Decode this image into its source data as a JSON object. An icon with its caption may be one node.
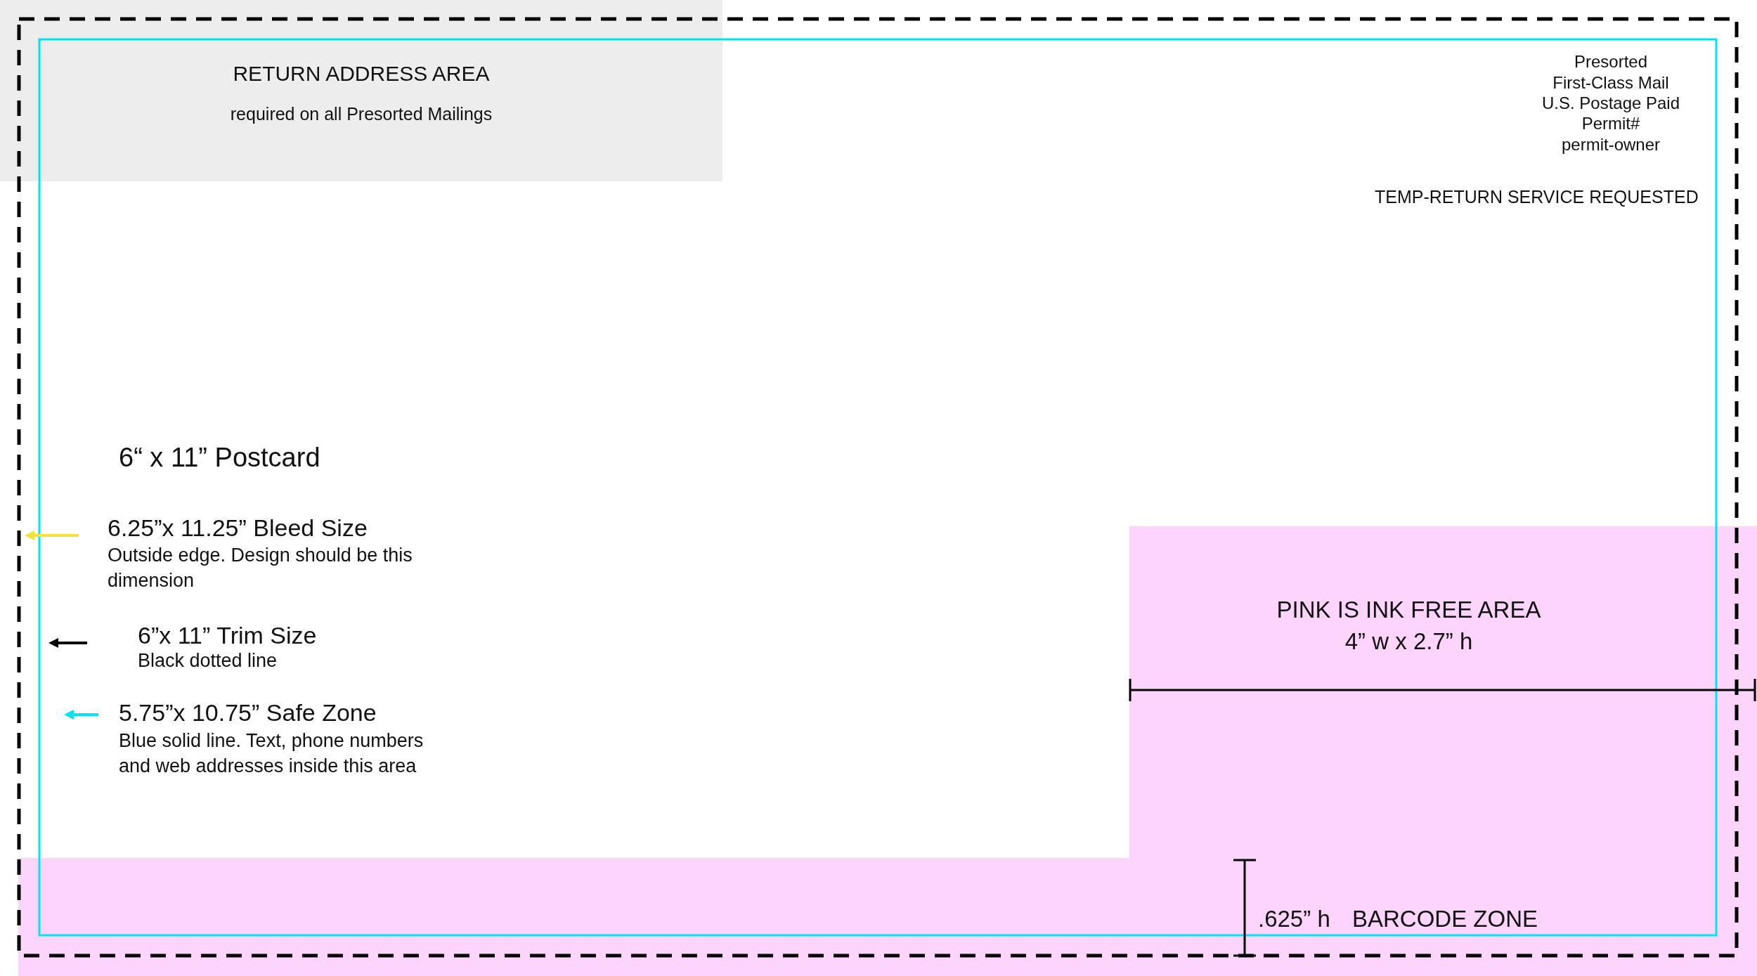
{
  "diagram": {
    "title": "6“ x 11” Postcard",
    "nodes": [
      {
        "text": [
          "RETURN ADDRESS AREA",
          "required on all Presorted Mailings"
        ]
      },
      {
        "text": [
          "PINK IS INK FREE AREA",
          "4” w x 2.7” h"
        ]
      },
      {
        "text": [
          "BARCODE ZONE"
        ]
      }
    ],
    "labels": [
      "Presorted",
      "First-Class Mail",
      "U.S. Postage Paid",
      "Permit#",
      "permit-owner",
      "TEMP-RETURN SERVICE REQUESTED",
      "Outside edge. Design should be this dimension",
      "Black dotted line",
      "Blue solid line. Text, phone numbers and web addresses inside this area",
      ".625” h"
    ],
    "legend": [
      {
        "text": "6.25”x 11.25” Bleed Size",
        "color": "#f2e33a"
      },
      {
        "text": "6”x 11” Trim Size",
        "color": "#000000"
      },
      {
        "text": "5.75”x 10.75” Safe Zone",
        "color": "#00e5f0"
      }
    ]
  }
}
